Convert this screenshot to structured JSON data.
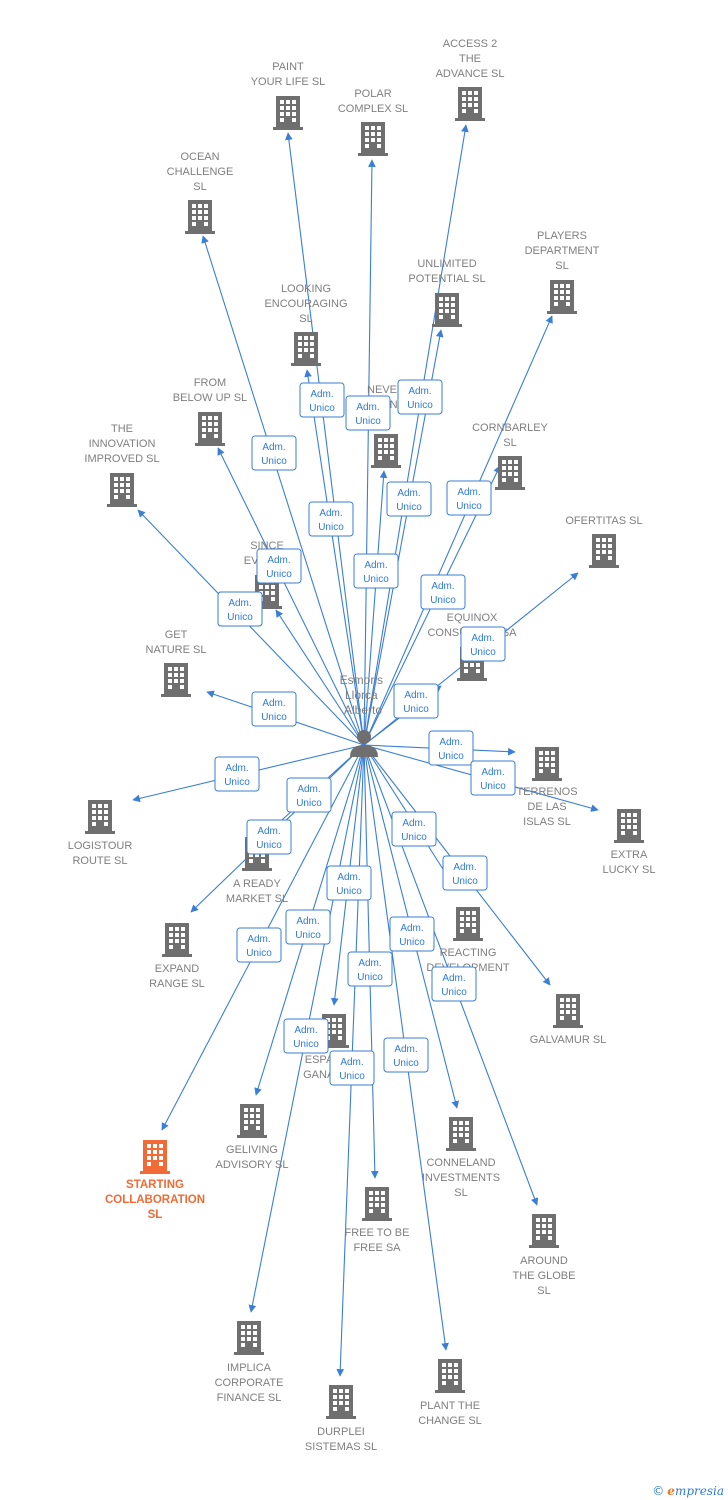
{
  "person": {
    "lines": [
      "Esmoris",
      "Llorca",
      "Alberto"
    ]
  },
  "edge_label": [
    "Adm.",
    "Unico"
  ],
  "nodes": [
    {
      "id": "paint",
      "lines": [
        "PAINT",
        "YOUR LIFE  SL"
      ]
    },
    {
      "id": "polar",
      "lines": [
        "POLAR",
        "COMPLEX  SL"
      ]
    },
    {
      "id": "access2",
      "lines": [
        "ACCESS 2",
        "THE",
        "ADVANCE  SL"
      ]
    },
    {
      "id": "ocean",
      "lines": [
        "OCEAN",
        "CHALLENGE",
        "SL"
      ]
    },
    {
      "id": "players",
      "lines": [
        "PLAYERS",
        "DEPARTMENT",
        "SL"
      ]
    },
    {
      "id": "unlimited",
      "lines": [
        "UNLIMITED",
        "POTENTIAL  SL"
      ]
    },
    {
      "id": "looking",
      "lines": [
        "LOOKING",
        "ENCOURAGING",
        "SL"
      ]
    },
    {
      "id": "never",
      "lines": [
        "NEVER",
        "STOPPING  SL"
      ]
    },
    {
      "id": "frombelow",
      "lines": [
        "FROM",
        "BELOW UP  SL"
      ]
    },
    {
      "id": "cornbarley",
      "lines": [
        "CORNBARLEY",
        "SL"
      ]
    },
    {
      "id": "innovation",
      "lines": [
        "THE",
        "INNOVATION",
        "IMPROVED  SL"
      ]
    },
    {
      "id": "ofertitas",
      "lines": [
        "OFERTITAS  SL"
      ]
    },
    {
      "id": "since",
      "lines": [
        "SINCE",
        "EVER  SL"
      ]
    },
    {
      "id": "equinox",
      "lines": [
        "EQUINOX",
        "CONSULTING  SA"
      ]
    },
    {
      "id": "getnature",
      "lines": [
        "GET",
        "NATURE  SL"
      ]
    },
    {
      "id": "terrenos",
      "lines": [
        "TERRENOS",
        "DE LAS",
        "ISLAS  SL"
      ]
    },
    {
      "id": "logistour",
      "lines": [
        "LOGISTOUR",
        "ROUTE  SL"
      ]
    },
    {
      "id": "extralucky",
      "lines": [
        "EXTRA",
        "LUCKY  SL"
      ]
    },
    {
      "id": "aready",
      "lines": [
        "A READY",
        "MARKET  SL"
      ]
    },
    {
      "id": "expand",
      "lines": [
        "EXPAND",
        "RANGE  SL"
      ]
    },
    {
      "id": "reacting",
      "lines": [
        "REACTING",
        "DEVELOPMENT"
      ]
    },
    {
      "id": "galvamur",
      "lines": [
        "GALVAMUR  SL"
      ]
    },
    {
      "id": "espanol",
      "lines": [
        "ESPAÑOLA",
        "GANADERA"
      ]
    },
    {
      "id": "starting",
      "lines": [
        "STARTING",
        "COLLABORATION",
        "SL"
      ],
      "highlight": true
    },
    {
      "id": "geliving",
      "lines": [
        "GELIVING",
        "ADVISORY  SL"
      ]
    },
    {
      "id": "conneland",
      "lines": [
        "CONNELAND",
        "INVESTMENTS",
        "SL"
      ]
    },
    {
      "id": "freetobe",
      "lines": [
        "FREE TO BE",
        "FREE SA"
      ]
    },
    {
      "id": "around",
      "lines": [
        "AROUND",
        "THE GLOBE",
        "SL"
      ]
    },
    {
      "id": "implica",
      "lines": [
        "IMPLICA",
        "CORPORATE",
        "FINANCE  SL"
      ]
    },
    {
      "id": "durplei",
      "lines": [
        "DURPLEI",
        "SISTEMAS  SL"
      ]
    },
    {
      "id": "plant",
      "lines": [
        "PLANT THE",
        "CHANGE  SL"
      ]
    }
  ],
  "footer": {
    "copyright": "©",
    "brand_first": "e",
    "brand_rest": "mpresia"
  },
  "colors": {
    "edge": "#3a7fd5",
    "building": "#6f6f6f",
    "highlight": "#f26a35",
    "label_border": "#3a7fd5"
  }
}
